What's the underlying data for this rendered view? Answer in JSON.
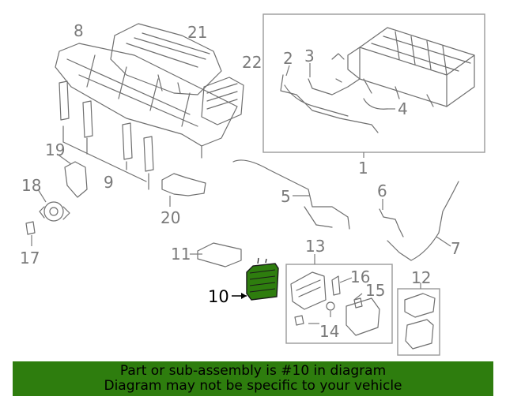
{
  "callouts": {
    "c1": "1",
    "c2": "2",
    "c3": "3",
    "c4": "4",
    "c5": "5",
    "c6": "6",
    "c7": "7",
    "c8": "8",
    "c9": "9",
    "c10": "10",
    "c11": "11",
    "c12": "12",
    "c13": "13",
    "c14": "14",
    "c15": "15",
    "c16": "16",
    "c17": "17",
    "c18": "18",
    "c19": "19",
    "c20": "20",
    "c21": "21",
    "c22": "22"
  },
  "highlight": {
    "part_number": "10",
    "color": "#2e7d0e"
  },
  "banner": {
    "line1": "Part or sub-assembly is #10 in diagram",
    "line2": "Diagram may not be specific to your vehicle",
    "bg_color": "#2e7d0e"
  }
}
